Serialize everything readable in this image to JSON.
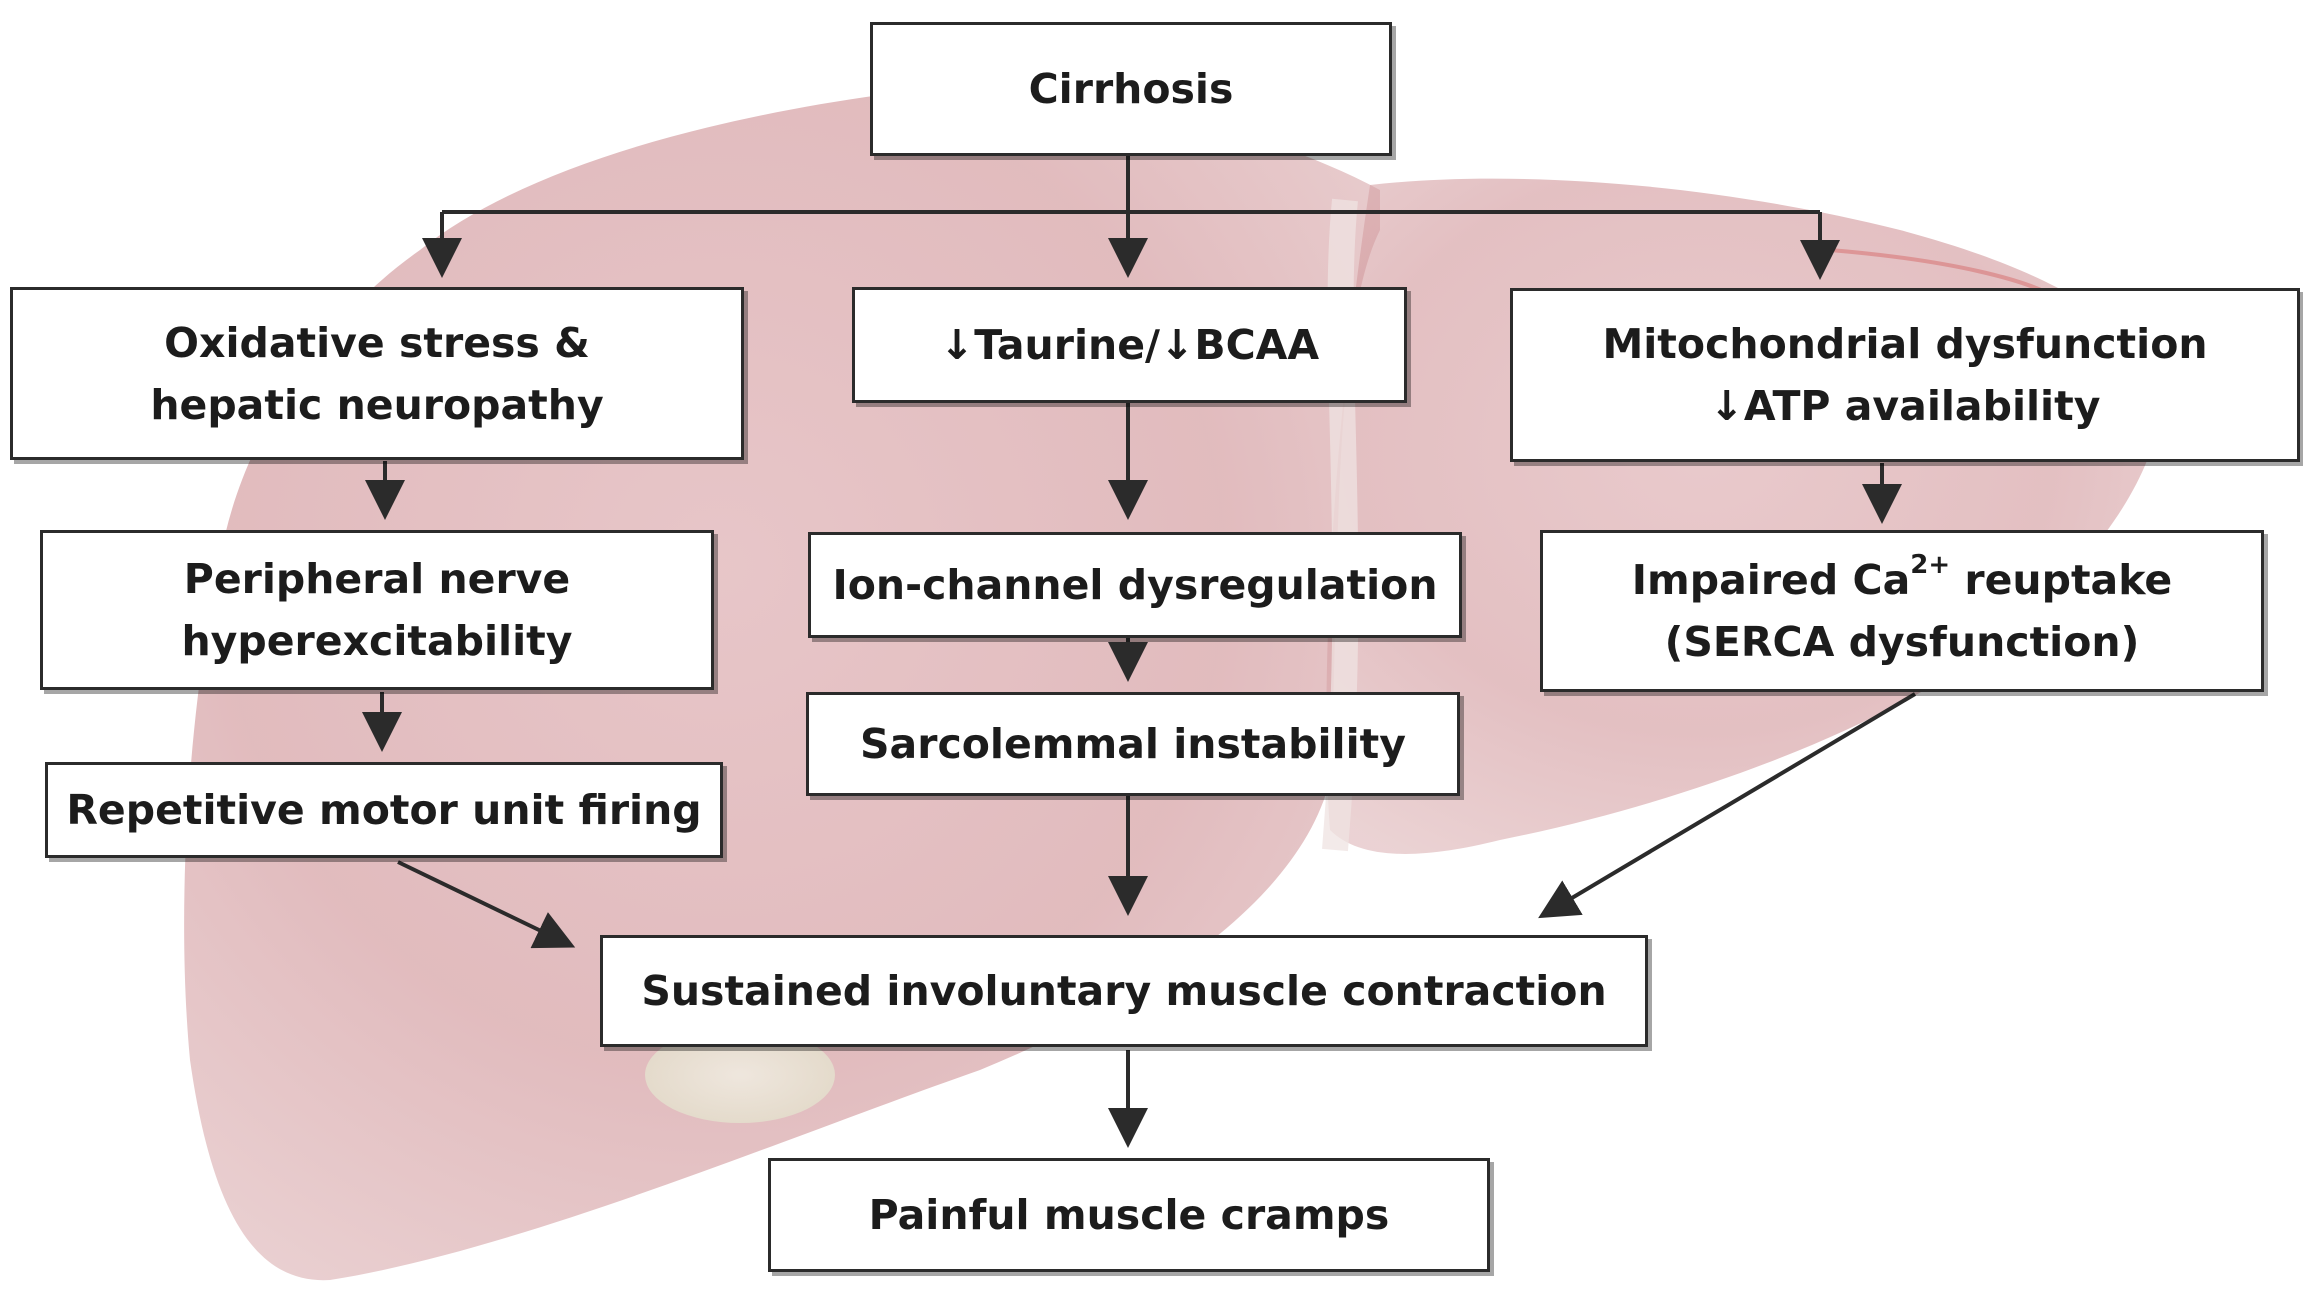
{
  "diagram": {
    "nodes": {
      "cirrhosis": {
        "label": "Cirrhosis"
      },
      "oxidative": {
        "lines": [
          "Oxidative stress &",
          "hepatic neuropathy"
        ]
      },
      "taurine": {
        "label": "↓Taurine/↓BCAA"
      },
      "mito": {
        "lines": [
          "Mitochondrial dysfunction",
          "↓ATP availability"
        ]
      },
      "peripheral": {
        "lines": [
          "Peripheral nerve",
          "hyperexcitability"
        ]
      },
      "ionchannel": {
        "label": "Ion-channel dysregulation"
      },
      "calcium": {
        "line1_before": "Impaired Ca",
        "line1_sup": "2+",
        "line1_after": " reuptake",
        "line2": "(SERCA dysfunction)"
      },
      "repetitive": {
        "label": "Repetitive motor unit firing"
      },
      "sarcolemmal": {
        "label": "Sarcolemmal instability"
      },
      "sustained": {
        "label": "Sustained involuntary muscle contraction"
      },
      "painful": {
        "label": "Painful muscle cramps"
      }
    },
    "edges": [
      [
        "cirrhosis",
        "oxidative"
      ],
      [
        "cirrhosis",
        "taurine"
      ],
      [
        "cirrhosis",
        "mito"
      ],
      [
        "oxidative",
        "peripheral"
      ],
      [
        "peripheral",
        "repetitive"
      ],
      [
        "taurine",
        "ionchannel"
      ],
      [
        "ionchannel",
        "sarcolemmal"
      ],
      [
        "mito",
        "calcium"
      ],
      [
        "repetitive",
        "sustained"
      ],
      [
        "sarcolemmal",
        "sustained"
      ],
      [
        "calcium",
        "sustained"
      ],
      [
        "sustained",
        "painful"
      ]
    ],
    "colors": {
      "liver": "#c98a8f",
      "liver_light": "#dfb3b5",
      "box_border": "#2b2b2b",
      "arrow": "#2b2b2b",
      "text": "#1c1c1c"
    }
  }
}
